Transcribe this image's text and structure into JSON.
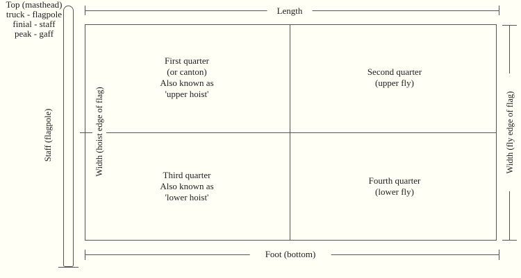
{
  "colors": {
    "background": "#fffff6",
    "line": "#55534d",
    "text": "#1e1e1e"
  },
  "legend": {
    "line1": "Top (masthead)",
    "line2": "truck - flagpole",
    "line3": "finial - staff",
    "line4": "peak - gaff"
  },
  "labels": {
    "staff": "Staff (flagpole)",
    "length": "Length",
    "foot": "Foot (bottom)",
    "hoist_width": "Width (hoist edge of flag)",
    "fly_width": "Width (fly edge of flag)"
  },
  "quarters": {
    "first": [
      "First quarter",
      "(or canton)",
      "Also known as",
      "'upper hoist'"
    ],
    "second": [
      "Second quarter",
      "(upper fly)"
    ],
    "third": [
      "Third quarter",
      "Also known as",
      "'lower hoist'"
    ],
    "fourth": [
      "Fourth quarter",
      "(lower fly)"
    ]
  }
}
